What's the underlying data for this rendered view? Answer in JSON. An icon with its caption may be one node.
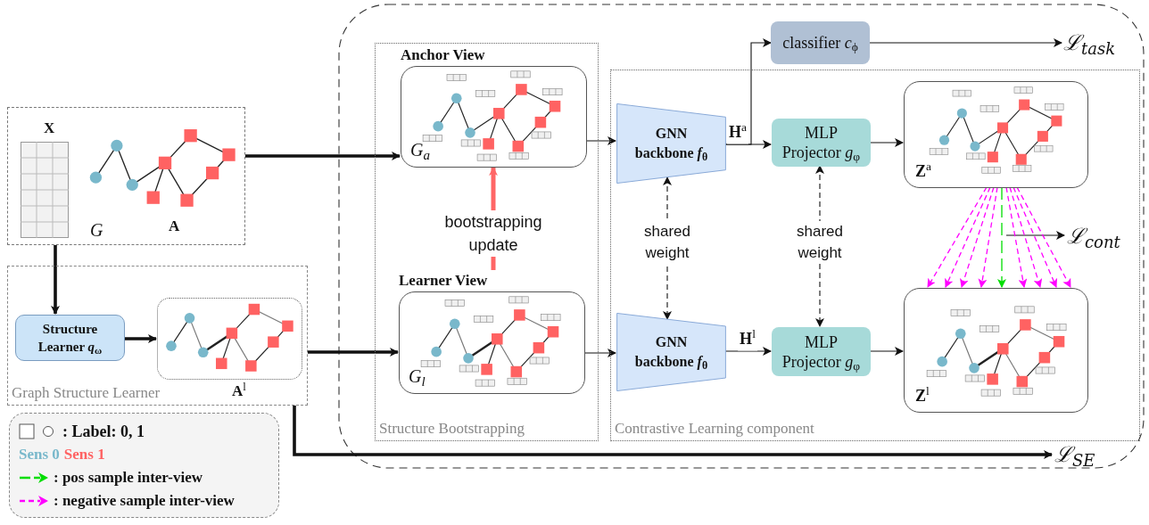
{
  "diagram": {
    "nodes": [
      {
        "text": [
          "X",
          "G",
          "A"
        ]
      },
      {
        "text": [
          "Graph Structure Learner"
        ]
      },
      {
        "text": [
          "Structure Learner *q*$_{ω}$"
        ],
        "in": 1
      },
      {
        "text": [
          "**A**$^{l}$"
        ],
        "in": 1
      },
      {
        "text": [
          "Structure Bootstrapping"
        ]
      },
      {
        "text": [
          "Anchor View",
          "G$_{a}$"
        ],
        "in": 4
      },
      {
        "text": [
          "Learner View",
          "G$_{l}$"
        ],
        "in": 4
      },
      {
        "text": [
          "classifier *c*$_{ϕ}$"
        ]
      },
      {
        "text": [
          "ℒ$_{task}$"
        ]
      },
      {
        "text": [
          "Contrastive Learning component"
        ]
      },
      {
        "text": [
          "GNN backbone *f*$_{θ}$"
        ],
        "in": 9
      },
      {
        "text": [
          "MLP Projector *g*$_{φ}$"
        ],
        "in": 9
      },
      {
        "text": [
          "**Z**$^{a}$"
        ],
        "in": 9
      },
      {
        "text": [
          "GNN backbone *f*$_{θ}$"
        ],
        "in": 9
      },
      {
        "text": [
          "MLP Projector *g*$_{φ}$"
        ],
        "in": 9
      },
      {
        "text": [
          "**Z**$^{l}$"
        ],
        "in": 9
      },
      {
        "text": [
          "ℒ$_{cont}$"
        ],
        "in": 9
      },
      {
        "text": [
          "ℒ$_{SE}$"
        ]
      }
    ],
    "edges": [
      {
        "from": 0,
        "to": 5,
        "arrow": "to",
        "style": "thick"
      },
      {
        "from": 0,
        "to": 2,
        "arrow": "to",
        "style": "thick"
      },
      {
        "from": 2,
        "to": 3,
        "arrow": "to",
        "style": "thick"
      },
      {
        "from": 1,
        "to": 6,
        "arrow": "to",
        "style": "thick"
      },
      {
        "from": 6,
        "to": 5,
        "arrow": "to",
        "label": "bootstrapping update",
        "style": "thick",
        "color": "#ff6666"
      },
      {
        "from": 5,
        "to": 10,
        "arrow": "to"
      },
      {
        "from": 6,
        "to": 13,
        "arrow": "to"
      },
      {
        "from": 10,
        "to": 7,
        "arrow": "to"
      },
      {
        "from": 10,
        "to": 11,
        "arrow": "to",
        "label": "**H**$^{a}$"
      },
      {
        "from": 7,
        "to": 8,
        "arrow": "to"
      },
      {
        "from": 11,
        "to": 12,
        "arrow": "to"
      },
      {
        "from": 13,
        "to": 14,
        "arrow": "to",
        "label": "**H**$^{l}$"
      },
      {
        "from": 14,
        "to": 15,
        "arrow": "to"
      },
      {
        "from": 10,
        "to": 13,
        "arrow": "both",
        "label": "shared weight",
        "style": "dashed"
      },
      {
        "from": 11,
        "to": 14,
        "arrow": "both",
        "label": "shared weight",
        "style": "dashed"
      },
      {
        "from": null,
        "to": 16,
        "arrow": "to"
      },
      {
        "from": 1,
        "to": 17,
        "arrow": "to",
        "style": "thick"
      },
      {
        "from": 12,
        "to": 15,
        "arrow": "to",
        "style": "dashed",
        "color": "#00dd00"
      },
      {
        "from": 12,
        "to": 15,
        "arrow": "to",
        "style": "dashed",
        "color": "#ff00ff"
      },
      {
        "from": 12,
        "to": 15,
        "arrow": "to",
        "style": "dashed",
        "color": "#ff00ff"
      },
      {
        "from": 12,
        "to": 15,
        "arrow": "to",
        "style": "dashed",
        "color": "#ff00ff"
      },
      {
        "from": 12,
        "to": 15,
        "arrow": "to",
        "style": "dashed",
        "color": "#ff00ff"
      },
      {
        "from": 12,
        "to": 15,
        "arrow": "to",
        "style": "dashed",
        "color": "#ff00ff"
      },
      {
        "from": 12,
        "to": 15,
        "arrow": "to",
        "style": "dashed",
        "color": "#ff00ff"
      },
      {
        "from": 12,
        "to": 15,
        "arrow": "to",
        "style": "dashed",
        "color": "#ff00ff"
      },
      {
        "from": 12,
        "to": 15,
        "arrow": "to",
        "style": "dashed",
        "color": "#ff00ff"
      }
    ],
    "legend": [
      {
        "text": ": Label: 0, 1"
      },
      {
        "text": "Sens 0",
        "color": "#79b8cb"
      },
      {
        "text": "Sens 1",
        "color": "#ff6262"
      },
      {
        "text": ": pos sample inter-view"
      },
      {
        "text": ": negative sample inter-view"
      }
    ]
  }
}
